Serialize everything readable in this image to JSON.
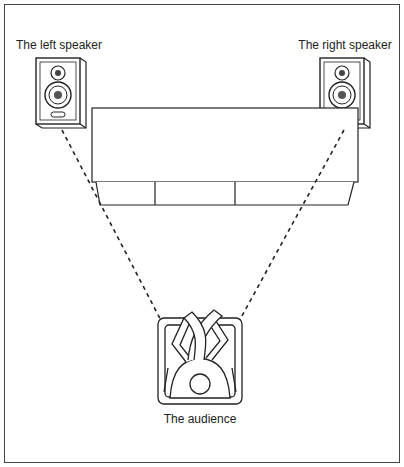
{
  "diagram": {
    "labels": [
      "The left speaker",
      "The right speaker",
      "The audience"
    ]
  }
}
